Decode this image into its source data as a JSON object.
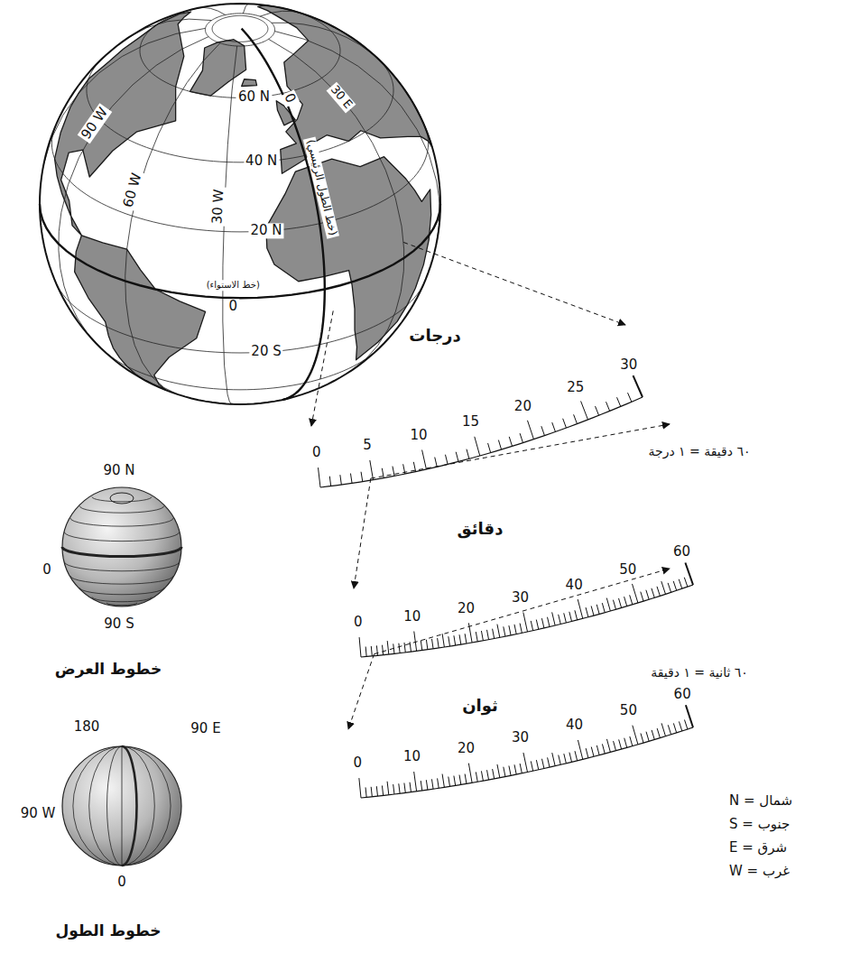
{
  "diagram": {
    "labels": [
      "60 N",
      "40 N",
      "20 N",
      "(خط الاستواء)",
      "0",
      "20 S",
      "90 W",
      "60 W",
      "30 W",
      "0",
      "30 E",
      "(خط الطول الرئيسي)",
      "درجات",
      "0",
      "5",
      "10",
      "15",
      "20",
      "25",
      "30",
      "٦٠ دقيقة = ١ درجة",
      "دقائق",
      "0",
      "10",
      "20",
      "30",
      "40",
      "50",
      "60",
      "٦٠ ثانية = ١ دقيقة",
      "ثوان",
      "0",
      "10",
      "20",
      "30",
      "40",
      "50",
      "60",
      "90 N",
      "0",
      "90 S",
      "خطوط العرض",
      "180",
      "90 E",
      "90 W",
      "0",
      "خطوط الطول",
      "N = شمال",
      "S = جنوب",
      "E = شرق",
      "W = غرب"
    ]
  }
}
